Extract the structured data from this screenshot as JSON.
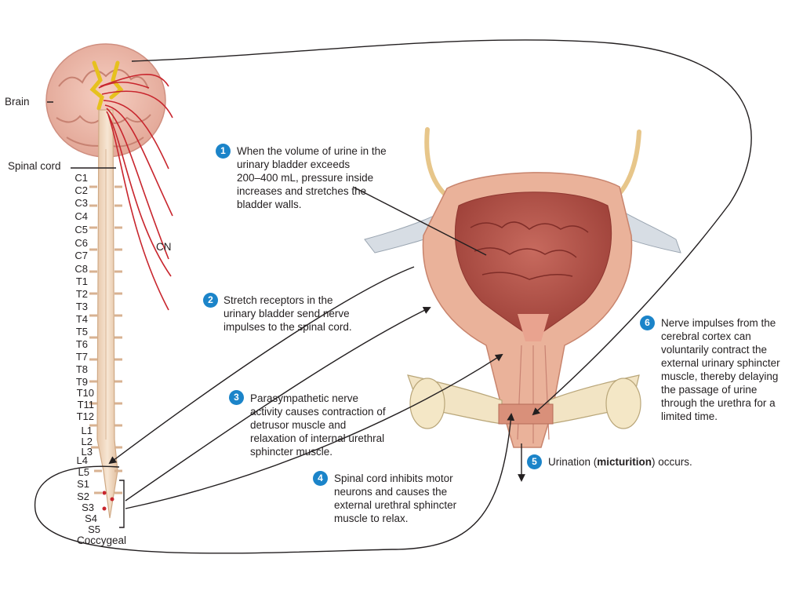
{
  "labels": {
    "brain": "Brain",
    "spinal_cord": "Spinal cord",
    "cn": "CN",
    "coccygeal": "Coccygeal"
  },
  "segments": [
    "C1",
    "C2",
    "C3",
    "C4",
    "C5",
    "C6",
    "C7",
    "C8",
    "T1",
    "T2",
    "T3",
    "T4",
    "T5",
    "T6",
    "T7",
    "T8",
    "T9",
    "T10",
    "T11",
    "T12",
    "L1",
    "L2",
    "L3",
    "L4",
    "L5",
    "S1",
    "S2",
    "S3",
    "S4",
    "S5"
  ],
  "steps": [
    {
      "num": "1",
      "text": "When the volume of urine in the\nurinary bladder exceeds\n200–400 mL, pressure inside\nincreases and stretches the\nbladder walls."
    },
    {
      "num": "2",
      "text": "Stretch receptors in the\nurinary bladder send nerve\nimpulses to the spinal cord."
    },
    {
      "num": "3",
      "text": "Parasympathetic nerve\nactivity causes contraction of\ndetrusor muscle and\nrelaxation of internal urethral\nsphincter muscle."
    },
    {
      "num": "4",
      "text": "Spinal cord inhibits motor\nneurons and causes the\nexternal urethral sphincter\nmuscle to relax."
    },
    {
      "num": "5",
      "text_pre": "Urination (",
      "text_bold": "micturition",
      "text_post": ") occurs."
    },
    {
      "num": "6",
      "text": "Nerve impulses from the\ncerebral cortex can\nvoluntarily contract the\nexternal urinary sphincter\nmuscle, thereby delaying\nthe passage of urine\nthrough the urethra for a\nlimited time."
    }
  ],
  "colors": {
    "badge": "#1b84c9",
    "nerve": "#c8252d",
    "tissue": "#e8a88c",
    "mucosa": "#b94f47"
  }
}
